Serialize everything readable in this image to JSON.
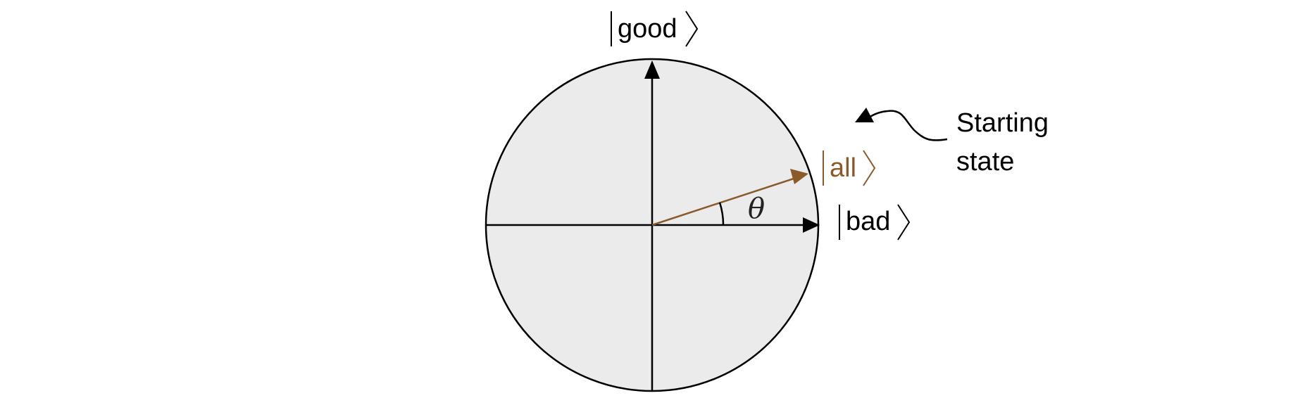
{
  "colors": {
    "circle_fill": "#ebebeb",
    "stroke": "#000000",
    "all_vector": "#8b5a2b",
    "background": "#ffffff"
  },
  "kets": {
    "good": "good",
    "bad": "bad",
    "all": "all"
  },
  "angle_label": "θ",
  "annotation": {
    "line1": "Starting",
    "line2": "state"
  }
}
